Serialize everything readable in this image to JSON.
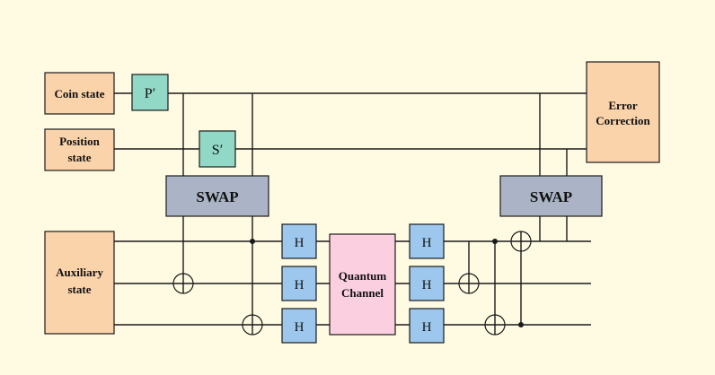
{
  "colors": {
    "background": "#fffbe2",
    "state_box": "#fad3ab",
    "single_gate": "#92d8c6",
    "swap_gate": "#aab4c6",
    "hadamard_gate": "#9dc7ec",
    "channel_box": "#fbcfe0"
  },
  "inputs": {
    "coin": "Coin state",
    "position_line1": "Position",
    "position_line2": "state",
    "auxiliary_line1": "Auxiliary",
    "auxiliary_line2": "state"
  },
  "gates": {
    "p_prime": "P′",
    "s_prime": "S′",
    "swap_left": "SWAP",
    "swap_right": "SWAP",
    "hadamard": "H",
    "channel_line1": "Quantum",
    "channel_line2": "Channel",
    "error_line1": "Error",
    "error_line2": "Correction"
  }
}
